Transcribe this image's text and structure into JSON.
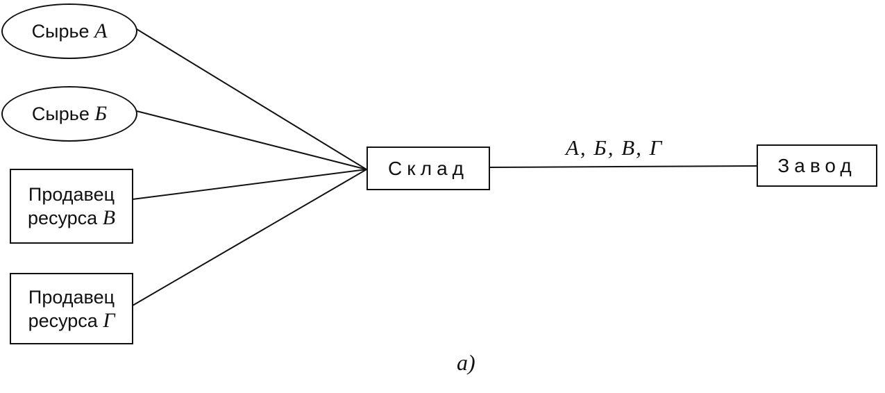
{
  "nodes": {
    "raw_a": {
      "text": "Сырье",
      "var": "А"
    },
    "raw_b": {
      "text": "Сырье",
      "var": "Б"
    },
    "seller_v": {
      "line1": "Продавец",
      "line2": "ресурса",
      "var": "В"
    },
    "seller_g": {
      "line1": "Продавец",
      "line2": "ресурса",
      "var": "Г"
    },
    "warehouse": {
      "text": "Склад"
    },
    "factory": {
      "text": "Завод"
    }
  },
  "edge_label": "А, Б, В, Г",
  "caption": "а)"
}
